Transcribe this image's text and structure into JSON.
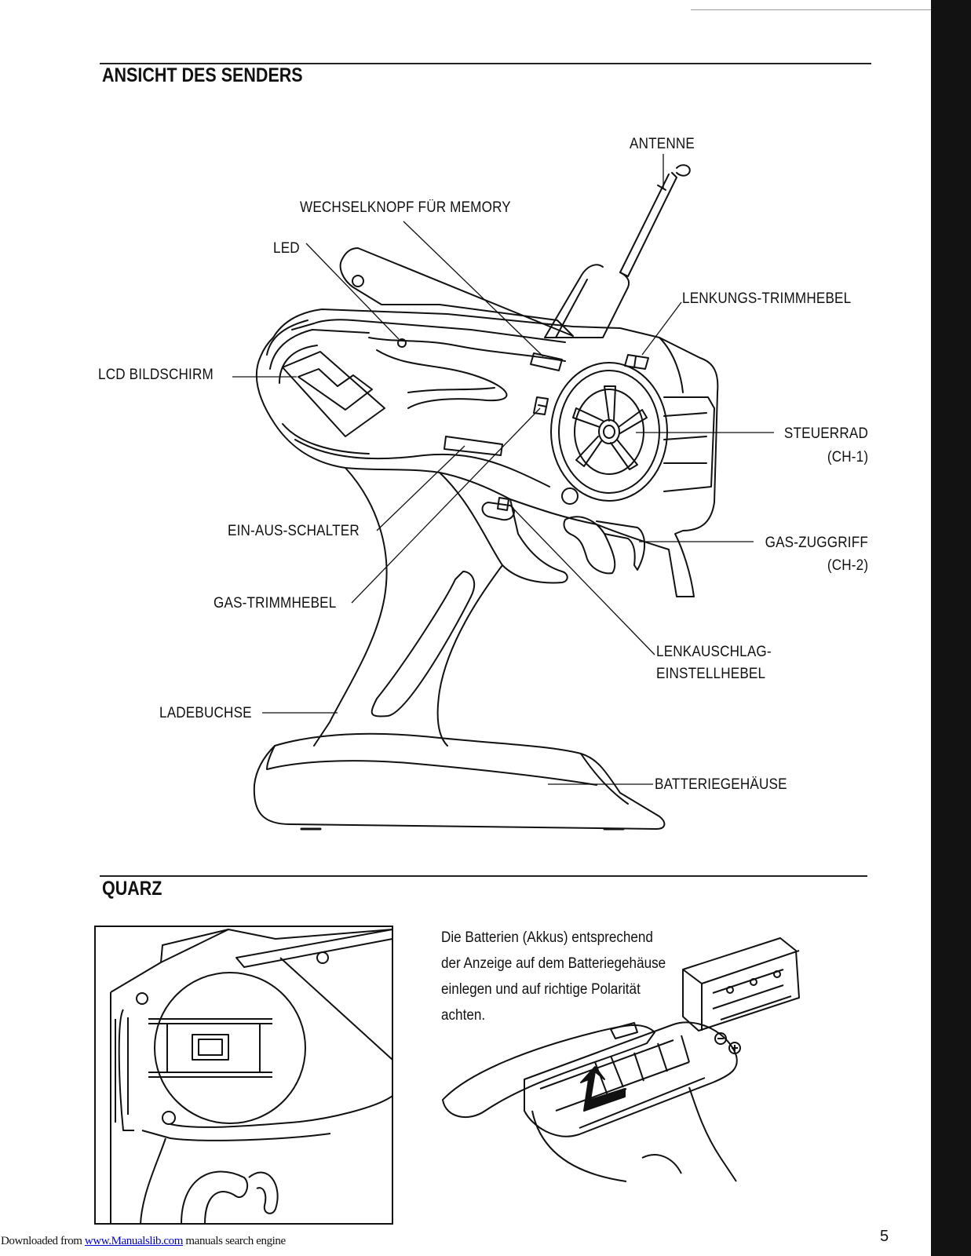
{
  "section1": {
    "title": "ANSICHT DES SENDERS"
  },
  "section2": {
    "title": "QUARZ"
  },
  "labels": {
    "antenne": "ANTENNE",
    "wechselknopf": "WECHSELKNOPF FÜR MEMORY",
    "led": "LED",
    "lenkungs_trimmhebel": "LENKUNGS-TRIMMHEBEL",
    "lcd_bildschirm": "LCD BILDSCHIRM",
    "steuerrad": "STEUERRAD",
    "steuerrad_ch": "(CH-1)",
    "ein_aus_schalter": "EIN-AUS-SCHALTER",
    "gas_zuggriff": "GAS-ZUGGRIFF",
    "gas_zuggriff_ch": "(CH-2)",
    "gas_trimmhebel": "GAS-TRIMMHEBEL",
    "lenkausschlag_1": "LENKAUSCHLAG-",
    "lenkausschlag_2": "EINSTELLHEBEL",
    "ladebuchse": "LADEBUCHSE",
    "batteriegehaeuse": "BATTERIEGEHÄUSE"
  },
  "battery_text": {
    "line1": "Die Batterien (Akkus) entsprechend",
    "line2": "der Anzeige auf dem Batteriegehäuse",
    "line3": "einlegen und auf richtige Polarität",
    "line4": "achten."
  },
  "footer": {
    "prefix": "Downloaded from ",
    "link": "www.Manualslib.com",
    "suffix": " manuals search engine"
  },
  "page_number": "5"
}
